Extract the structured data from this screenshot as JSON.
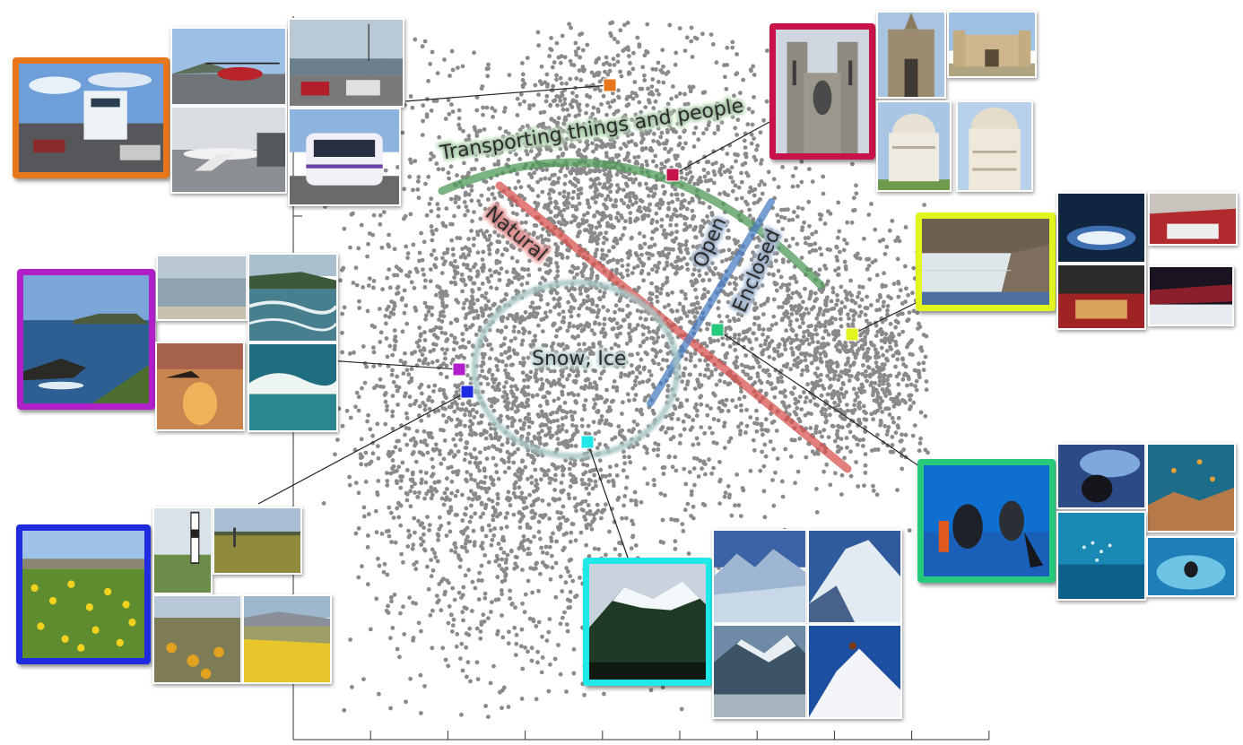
{
  "labels": {
    "transport": "Transporting things and people",
    "natural": "Natural",
    "open": "Open",
    "enclosed": "Enclosed",
    "snow": "Snow, Ice"
  },
  "colors": {
    "points": "#8a8a8a",
    "transport_arc": "#4f9a5a",
    "natural_line": "#d9534f",
    "open_line": "#4a7fc4",
    "snow_ring": "#a8c6c6",
    "transport_text_halo": "#c8e8c8",
    "natural_text_halo": "#f4a0a0",
    "open_text_halo": "#b8cde8",
    "snow_text_halo": "#d8ecec"
  },
  "clusters": [
    {
      "id": "transport",
      "color": "#e8761a",
      "icon": "vehicles-photo-cluster"
    },
    {
      "id": "landmarks",
      "color": "#c8124a",
      "icon": "cathedral-photo-cluster"
    },
    {
      "id": "arenas",
      "color": "#e2f51e",
      "icon": "ice-rink-photo-cluster"
    },
    {
      "id": "coast",
      "color": "#b11fc9",
      "icon": "seascape-photo-cluster"
    },
    {
      "id": "fields",
      "color": "#1f2be0",
      "icon": "flower-field-photo-cluster"
    },
    {
      "id": "mountains",
      "color": "#1fe8e8",
      "icon": "snowy-mountain-photo-cluster"
    },
    {
      "id": "diving",
      "color": "#27c97a",
      "icon": "scuba-diving-photo-cluster"
    }
  ]
}
